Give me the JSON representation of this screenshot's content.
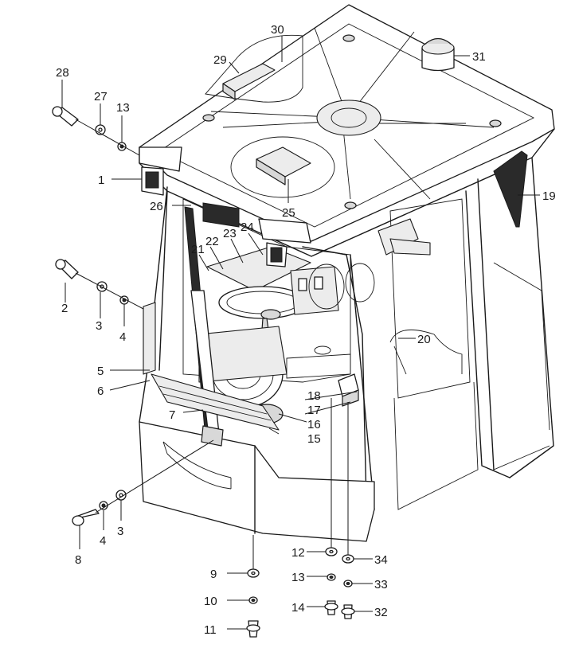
{
  "callouts": {
    "c1": "1",
    "c2": "2",
    "c3a": "3",
    "c3b": "3",
    "c4a": "4",
    "c4b": "4",
    "c5": "5",
    "c6": "6",
    "c7": "7",
    "c8": "8",
    "c9": "9",
    "c10": "10",
    "c11": "11",
    "c12": "12",
    "c13a": "13",
    "c13b": "13",
    "c14": "14",
    "c15": "15",
    "c16": "16",
    "c17": "17",
    "c18": "18",
    "c19": "19",
    "c20": "20",
    "c21": "21",
    "c22": "22",
    "c23": "23",
    "c24": "24",
    "c25": "25",
    "c26": "26",
    "c27": "27",
    "c28": "28",
    "c29": "29",
    "c30": "30",
    "c31": "31",
    "c32": "32",
    "c33": "33",
    "c34": "34"
  }
}
